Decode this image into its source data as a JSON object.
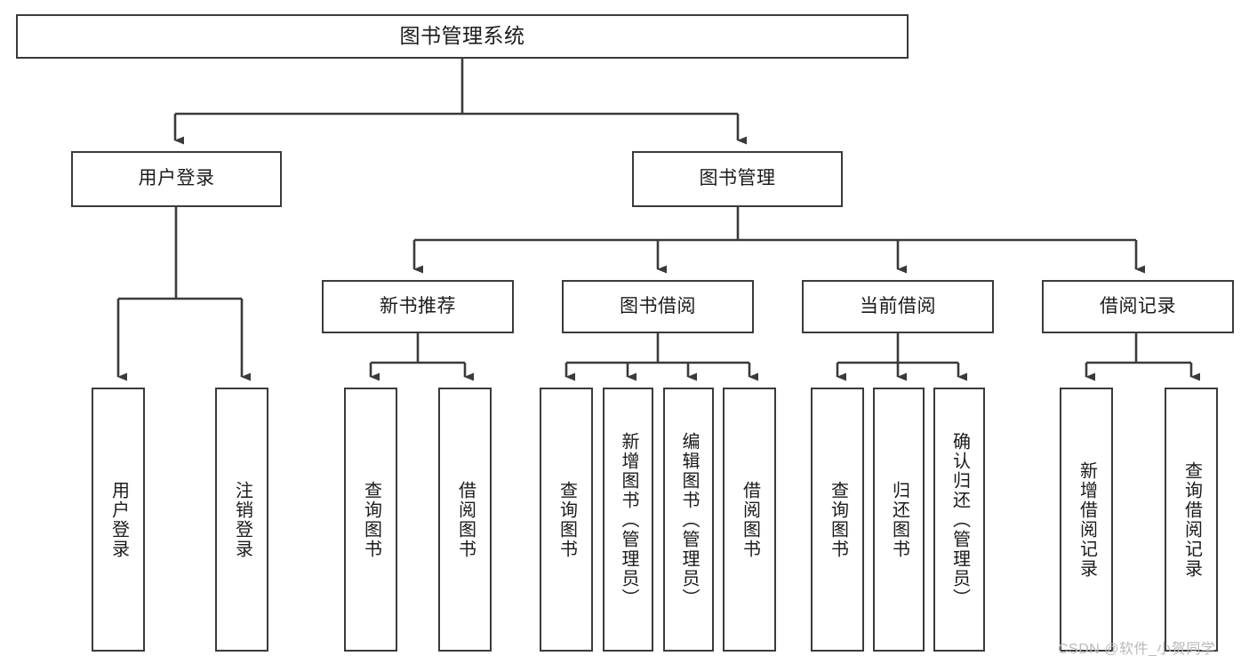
{
  "diagram": {
    "title": "图书管理系统",
    "line_color": "#3a3a3a",
    "box_fill": "#ffffff",
    "text_color": "#1b1b1b",
    "nodes": {
      "root": "图书管理系统",
      "user_login": "用户登录",
      "book_manage": "图书管理",
      "new_book_rec": "新书推荐",
      "book_borrow": "图书借阅",
      "current_borrow": "当前借阅",
      "borrow_record": "借阅记录",
      "leaf_user_login": "用户登录",
      "leaf_logout": "注销登录",
      "leaf_query_book_a": "查询图书",
      "leaf_borrow_book_a": "借阅图书",
      "leaf_query_book_b": "查询图书",
      "leaf_add_book_admin": "新增图书（管理员）",
      "leaf_edit_book_admin": "编辑图书（管理员）",
      "leaf_borrow_book_b": "借阅图书",
      "leaf_query_book_c": "查询图书",
      "leaf_return_book": "归还图书",
      "leaf_confirm_return_admin": "确认归还（管理员）",
      "leaf_add_record": "新增借阅记录",
      "leaf_query_record": "查询借阅记录"
    }
  },
  "watermark": {
    "text": "CSDN @软件_小贺同学",
    "color": "#b9b9b9"
  }
}
